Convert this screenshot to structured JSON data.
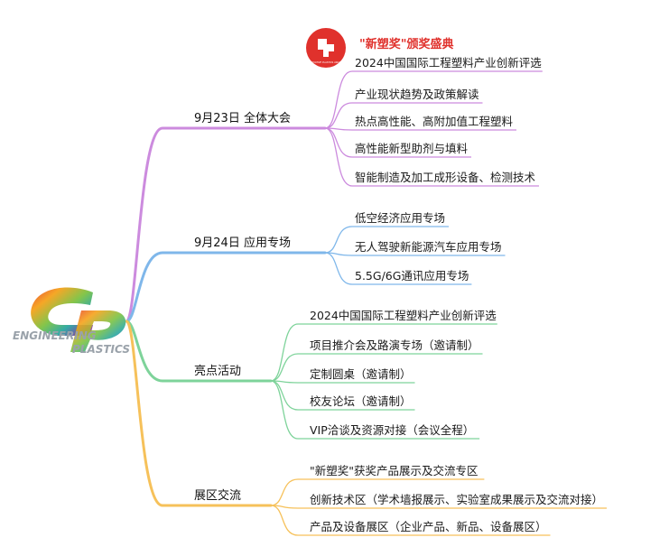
{
  "award": {
    "title": "\"新塑奖\"颁奖盛典",
    "badge_text": "INNOVATIVE PLASTICS AWARDS",
    "color": "#e0312c"
  },
  "logo": {
    "line1": "ENGINEERING",
    "line2": "PLASTICS",
    "colors": [
      "#e63b2e",
      "#f5a21b",
      "#7cc242",
      "#2aa7a0",
      "#6b4fa3",
      "#d13f8e"
    ]
  },
  "branches": [
    {
      "label": "9月23日 全体大会",
      "color": "#cc8bde",
      "items": [
        "2024中国国际工程塑料产业创新评选",
        "产业现状趋势及政策解读",
        "热点高性能、高附加值工程塑料",
        "高性能新型助剂与填料",
        "智能制造及加工成形设备、检测技术"
      ]
    },
    {
      "label": "9月24日 应用专场",
      "color": "#7fb7ea",
      "items": [
        "低空经济应用专场",
        "无人驾驶新能源汽车应用专场",
        "5.5G/6G通讯应用专场"
      ]
    },
    {
      "label": "亮点活动",
      "color": "#7ed39a",
      "items": [
        "2024中国国际工程塑料产业创新评选",
        "项目推介会及路演专场（邀请制）",
        "定制圆桌（邀请制）",
        "校友论坛（邀请制）",
        "VIP洽谈及资源对接（会议全程）"
      ]
    },
    {
      "label": "展区交流",
      "color": "#f6c15a",
      "items": [
        "\"新塑奖\"获奖产品展示及交流专区",
        "创新技术区（学术墙报展示、实验室成果展示及交流对接）",
        "产品及设备展区（企业产品、新品、设备展区）"
      ]
    }
  ]
}
